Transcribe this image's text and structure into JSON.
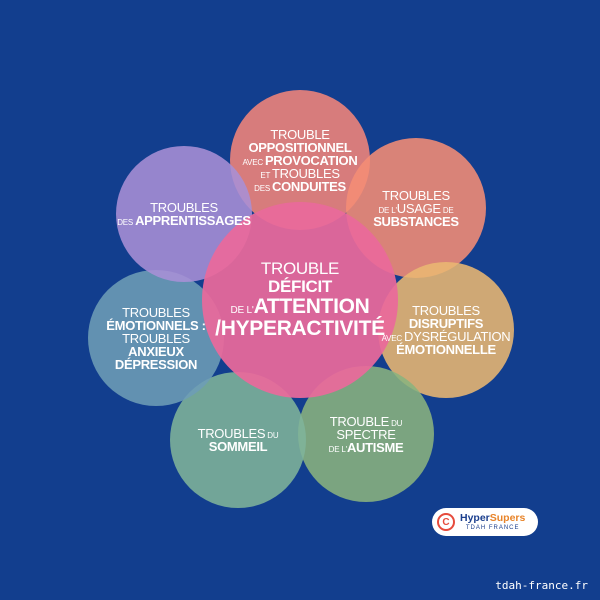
{
  "center": {
    "color": "#e9699b",
    "lines": [
      [
        {
          "t": "TROUBLE",
          "w": "n"
        }
      ],
      [
        {
          "t": "DÉFICIT",
          "w": "b"
        }
      ],
      [
        {
          "t": "DE L'",
          "w": "s"
        },
        {
          "t": "ATTENTION",
          "w": "bx"
        }
      ],
      [
        {
          "t": "/HYPERACTIVITÉ",
          "w": "bx"
        }
      ]
    ]
  },
  "bubbles": [
    {
      "name": "oppositionnel",
      "color": "#f2857a",
      "lines": [
        [
          {
            "t": "TROUBLE",
            "w": "n"
          }
        ],
        [
          {
            "t": "OPPOSITIONNEL",
            "w": "b"
          }
        ],
        [
          {
            "t": "AVEC ",
            "w": "s"
          },
          {
            "t": "PROVOCATION",
            "w": "b"
          }
        ],
        [
          {
            "t": "ET ",
            "w": "s"
          },
          {
            "t": "TROUBLES",
            "w": "n"
          }
        ],
        [
          {
            "t": "DES ",
            "w": "s"
          },
          {
            "t": "CONDUITES",
            "w": "b"
          }
        ]
      ]
    },
    {
      "name": "substances",
      "color": "#f58d75",
      "lines": [
        [
          {
            "t": "TROUBLES",
            "w": "n"
          }
        ],
        [
          {
            "t": "DE L'",
            "w": "s"
          },
          {
            "t": "USAGE",
            "w": "n"
          },
          {
            "t": " DE",
            "w": "s"
          }
        ],
        [
          {
            "t": "SUBSTANCES",
            "w": "b"
          }
        ]
      ]
    },
    {
      "name": "disruptifs",
      "color": "#e9b772",
      "lines": [
        [
          {
            "t": "TROUBLES",
            "w": "n"
          }
        ],
        [
          {
            "t": "DISRUPTIFS",
            "w": "b"
          }
        ],
        [
          {
            "t": "AVEC ",
            "w": "s"
          },
          {
            "t": "DYSRÉGULATION",
            "w": "n"
          }
        ],
        [
          {
            "t": "ÉMOTIONNELLE",
            "w": "b"
          }
        ]
      ]
    },
    {
      "name": "autisme",
      "color": "#8ab37e",
      "lines": [
        [
          {
            "t": "TROUBLE",
            "w": "n"
          },
          {
            "t": " DU",
            "w": "s"
          }
        ],
        [
          {
            "t": "SPECTRE",
            "w": "n"
          }
        ],
        [
          {
            "t": "DE L'",
            "w": "s"
          },
          {
            "t": "AUTISME",
            "w": "b"
          }
        ]
      ]
    },
    {
      "name": "sommeil",
      "color": "#7fb49a",
      "lines": [
        [
          {
            "t": "TROUBLES",
            "w": "n"
          },
          {
            "t": " DU",
            "w": "s"
          }
        ],
        [
          {
            "t": "SOMMEIL",
            "w": "b"
          }
        ]
      ]
    },
    {
      "name": "emotionnels",
      "color": "#6d9db6",
      "lines": [
        [
          {
            "t": "TROUBLES",
            "w": "n"
          }
        ],
        [
          {
            "t": "ÉMOTIONNELS :",
            "w": "b"
          }
        ],
        [
          {
            "t": "TROUBLES",
            "w": "n"
          }
        ],
        [
          {
            "t": "ANXIEUX",
            "w": "b"
          }
        ],
        [
          {
            "t": "DÉPRESSION",
            "w": "b"
          }
        ]
      ]
    },
    {
      "name": "apprentissages",
      "color": "#a88fd6",
      "lines": [
        [
          {
            "t": "TROUBLES",
            "w": "n"
          }
        ],
        [
          {
            "t": "DES ",
            "w": "s"
          },
          {
            "t": "APPRENTISSAGES",
            "w": "b"
          }
        ]
      ]
    }
  ],
  "logo": {
    "brand_part1": "Hyper",
    "brand_part2": "Supers",
    "subtitle": "TDAH FRANCE",
    "mark": "C"
  },
  "site_url": "tdah-france.fr"
}
